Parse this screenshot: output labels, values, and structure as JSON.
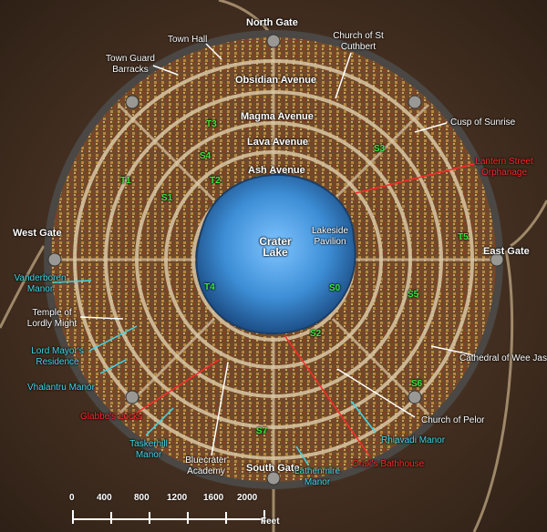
{
  "map": {
    "gates": {
      "north": "North Gate",
      "south": "South Gate",
      "east": "East Gate",
      "west": "West Gate"
    },
    "avenues": [
      "Obsidian Avenue",
      "Magma Avenue",
      "Lava Avenue",
      "Ash Avenue"
    ],
    "lake": "Crater Lake",
    "locations_white": {
      "town_hall": "Town Hall",
      "guard_barracks": "Town Guard Barracks",
      "church_cuthbert": "Church of St Cuthbert",
      "cusp_sunrise": "Cusp of Sunrise",
      "lakeside": "Lakeside Pavilion",
      "temple_might": "Temple of Lordly Might",
      "cathedral": "Cathedral of Wee Jas",
      "church_pelor": "Church of Pelor",
      "bluecrater": "Bluecrater Academy"
    },
    "locations_cyan": {
      "vanderboren": "Vanderboren Manor",
      "lord_mayor": "Lord Mayor's Residence",
      "vhalantru": "Vhalantru Manor",
      "taskerhill": "Taskerhill Manor",
      "lathenmire": "Lathenmire Manor",
      "rhiavadi": "Rhiavadi Manor"
    },
    "locations_red": {
      "lantern": "Lantern Street Orphanage",
      "glabbe": "Glabbe's Locks",
      "orak": "Orak's Bathhouse"
    },
    "markers": [
      "T1",
      "T2",
      "T3",
      "T4",
      "T5",
      "S0",
      "S1",
      "S2",
      "S3",
      "S4",
      "S5",
      "S6",
      "S7"
    ],
    "scale": {
      "ticks": [
        "0",
        "400",
        "800",
        "1200",
        "1600",
        "2000"
      ],
      "unit": "Feet"
    },
    "colors": {
      "white_label": "#ffffff",
      "cyan_label": "#3fd7ec",
      "red_label": "#ff2a2a",
      "marker_green": "#39e83b",
      "lake": "#3d8ed6"
    }
  }
}
